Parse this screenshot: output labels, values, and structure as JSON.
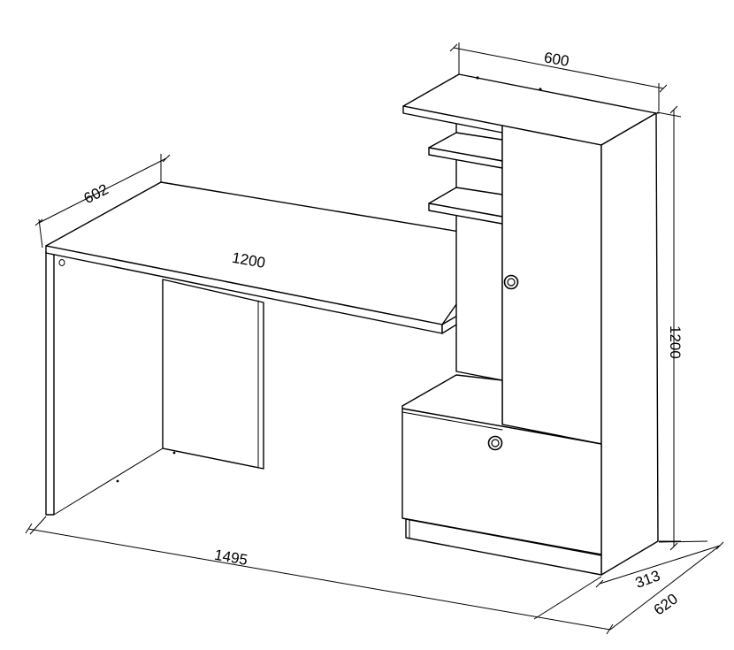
{
  "dimensions": {
    "total_width": "1495",
    "desk_top_length": "1200",
    "desk_depth": "602",
    "shelf_width": "600",
    "height": "1200",
    "cabinet_depth": "313",
    "total_depth": "620"
  }
}
